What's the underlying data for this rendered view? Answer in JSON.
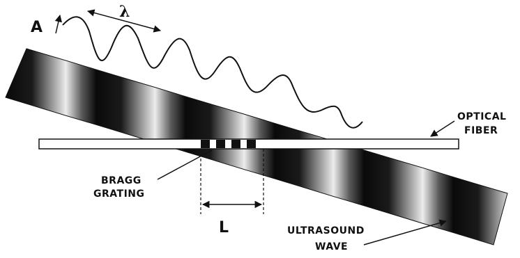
{
  "labels": {
    "amplitude": "A",
    "wavelength": "λ",
    "optical_fiber_line1": "OPTICAL",
    "optical_fiber_line2": "FIBER",
    "bragg_line1": "BRAGG",
    "bragg_line2": "GRATING",
    "length": "L",
    "ultrasound_line1": "ULTRASOUND",
    "ultrasound_line2": "WAVE"
  },
  "colors": {
    "band_dark": "#0a0a0a",
    "band_light": "#ececec",
    "ink": "#111111",
    "fiber": "#ffffff"
  }
}
